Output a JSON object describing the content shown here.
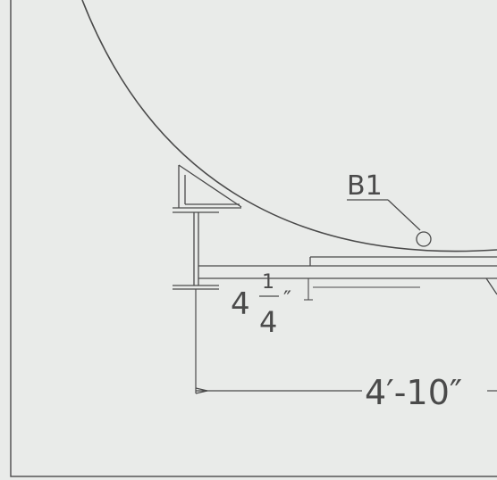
{
  "drawing": {
    "callout_label": "B1",
    "offset_dim_whole": "4",
    "offset_dim_num": "1",
    "offset_dim_den": "4",
    "offset_dim_unit": "″",
    "width_dim": "4′-10″"
  },
  "colors": {
    "background": "#e9ebe9",
    "line": "#4a4a4a"
  }
}
